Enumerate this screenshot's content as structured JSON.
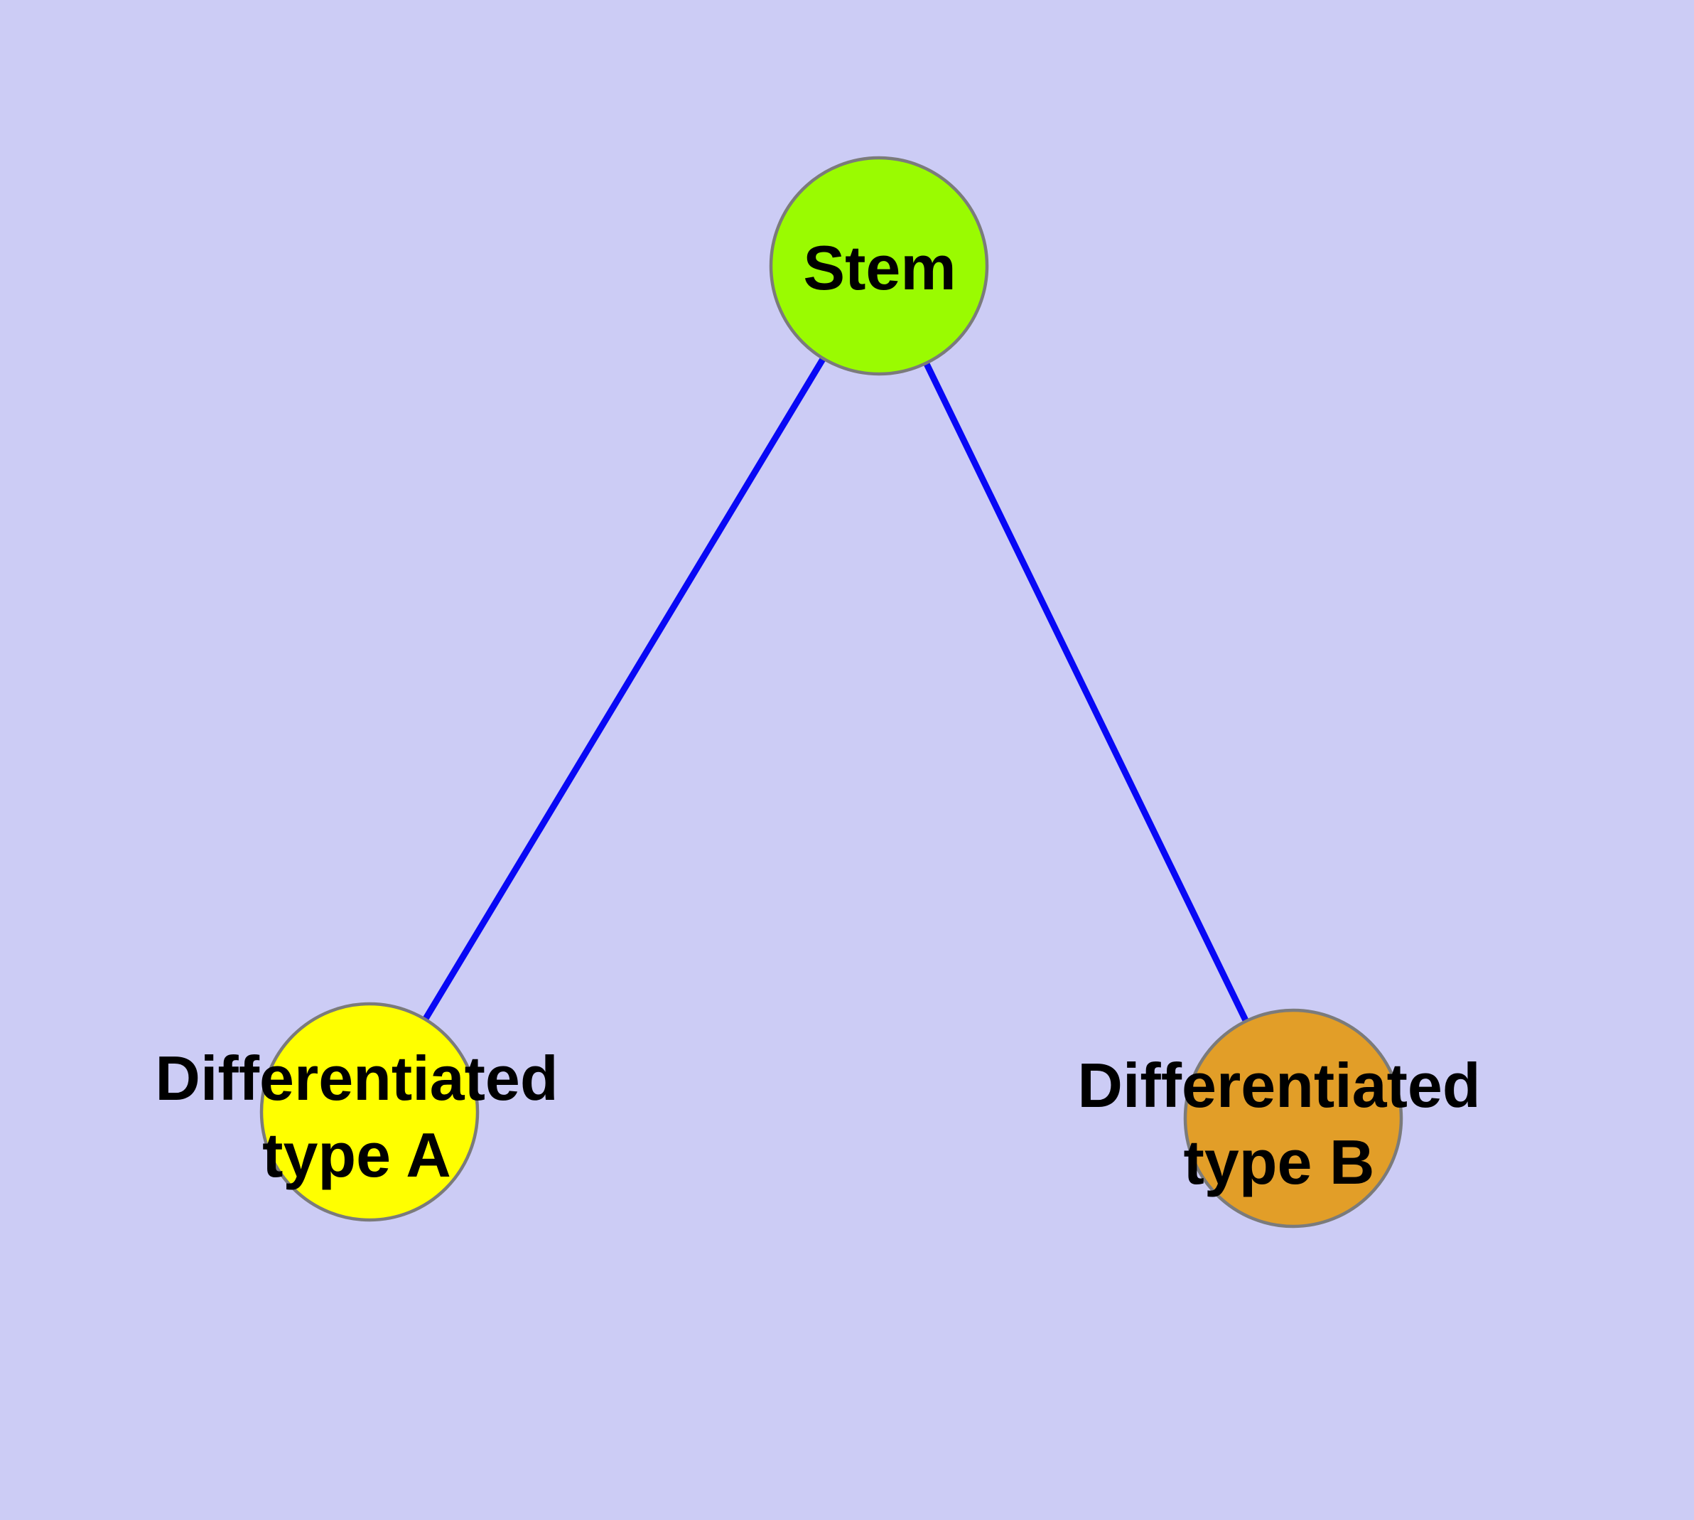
{
  "colors": {
    "background": "#ccccf5",
    "node_border": "#7b7b7b",
    "label_text": "#000000"
  },
  "nodes": {
    "stem": {
      "label": "Stem",
      "fill": "#9afb01"
    },
    "type_a": {
      "label_line1": "Differentiated",
      "label_line2": "type A",
      "fill": "#ffff00"
    },
    "type_b": {
      "label_line1": "Differentiated",
      "label_line2": "type B",
      "fill": "#e29e28"
    }
  },
  "edges": [
    {
      "from": "stem",
      "to": "type_a",
      "color": "#0808f5"
    },
    {
      "from": "stem",
      "to": "type_b",
      "color": "#0808f5"
    }
  ]
}
